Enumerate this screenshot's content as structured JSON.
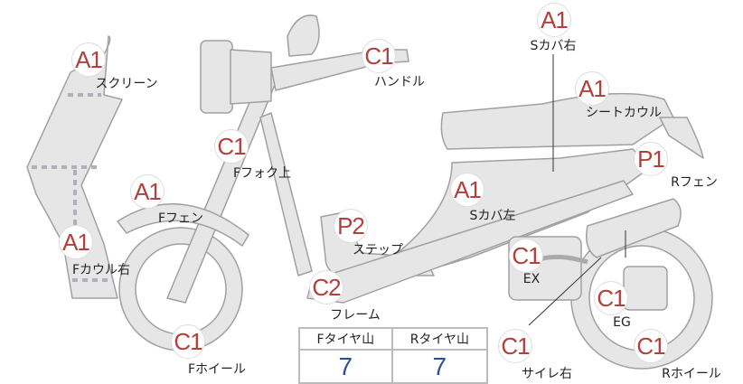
{
  "parts": [
    {
      "grade": "A1",
      "label": "スクリーン"
    },
    {
      "grade": "C1",
      "label": "ハンドル"
    },
    {
      "grade": "A1",
      "label": "Sカバ右"
    },
    {
      "grade": "A1",
      "label": "シートカウル"
    },
    {
      "grade": "C1",
      "label": "Fフォク上"
    },
    {
      "grade": "P1",
      "label": "Rフェン"
    },
    {
      "grade": "A1",
      "label": "Fフェン"
    },
    {
      "grade": "A1",
      "label": "Sカバ左"
    },
    {
      "grade": "P2",
      "label": "ステップ"
    },
    {
      "grade": "A1",
      "label": "Fカウル右"
    },
    {
      "grade": "C1",
      "label": "EX"
    },
    {
      "grade": "C2",
      "label": "フレーム"
    },
    {
      "grade": "C1",
      "label": "EG"
    },
    {
      "grade": "C1",
      "label": "Fホイール"
    },
    {
      "grade": "C1",
      "label": "サイレ右"
    },
    {
      "grade": "C1",
      "label": "Rホイール"
    }
  ],
  "tire_table": {
    "headers": [
      "Fタイヤ山",
      "Rタイヤ山"
    ],
    "values": [
      "7",
      "7"
    ]
  },
  "colors": {
    "grade_text": "#b2403c",
    "value_text": "#2f4d8f",
    "body_fill": "#e6e6e6",
    "body_stroke": "#a0a0a0"
  }
}
